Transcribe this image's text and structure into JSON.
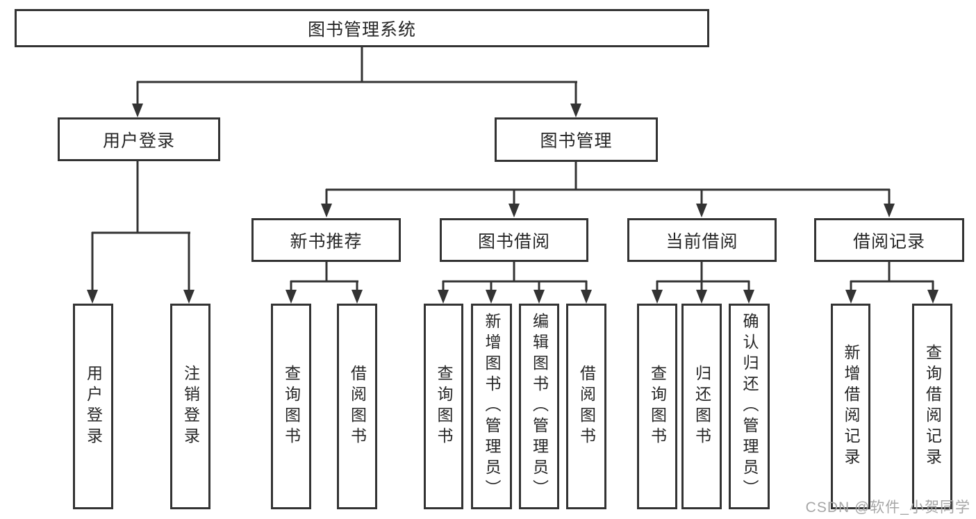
{
  "diagram": {
    "root": {
      "label": "图书管理系统"
    },
    "branches": [
      {
        "label": "用户登录",
        "children": [
          {
            "label": "用户登录"
          },
          {
            "label": "注销登录"
          }
        ]
      },
      {
        "label": "图书管理",
        "children": [
          {
            "label": "新书推荐",
            "children": [
              {
                "label": "查询图书"
              },
              {
                "label": "借阅图书"
              }
            ]
          },
          {
            "label": "图书借阅",
            "children": [
              {
                "label": "查询图书"
              },
              {
                "label": "新增图书（管理员）"
              },
              {
                "label": "编辑图书（管理员）"
              },
              {
                "label": "借阅图书"
              }
            ]
          },
          {
            "label": "当前借阅",
            "children": [
              {
                "label": "查询图书"
              },
              {
                "label": "归还图书"
              },
              {
                "label": "确认归还（管理员）"
              }
            ]
          },
          {
            "label": "借阅记录",
            "children": [
              {
                "label": "新增借阅记录"
              },
              {
                "label": "查询借阅记录"
              }
            ]
          }
        ]
      }
    ]
  },
  "watermark": {
    "text": "CSDN @软件_小贺同学"
  },
  "colors": {
    "line": "#333333",
    "node_border": "#333333",
    "node_text": "#262626",
    "watermark_text": "#a6a6a6",
    "background": "#ffffff"
  }
}
